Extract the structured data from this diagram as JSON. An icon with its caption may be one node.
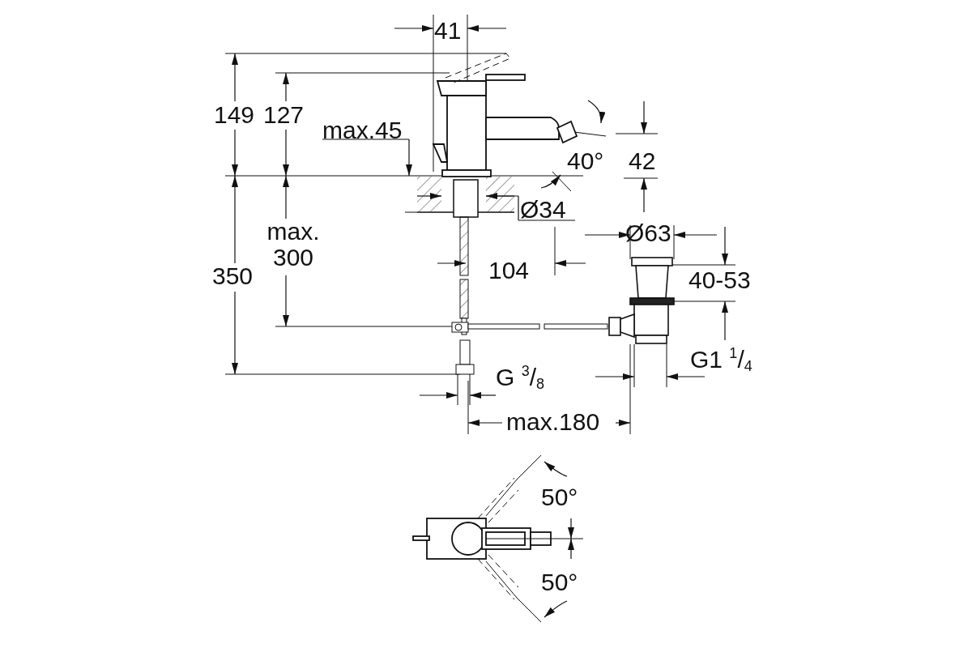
{
  "diagram": {
    "labels": [
      "41",
      "149",
      "127",
      "max.45",
      "40°",
      "42",
      "Ø34",
      "Ø63",
      "max. 300",
      "104",
      "40-53",
      "350",
      "G $^{3}$/$_{8}$",
      "G1 $^{1}$/$_{4}$",
      "max.180",
      "50°",
      "50°"
    ]
  }
}
